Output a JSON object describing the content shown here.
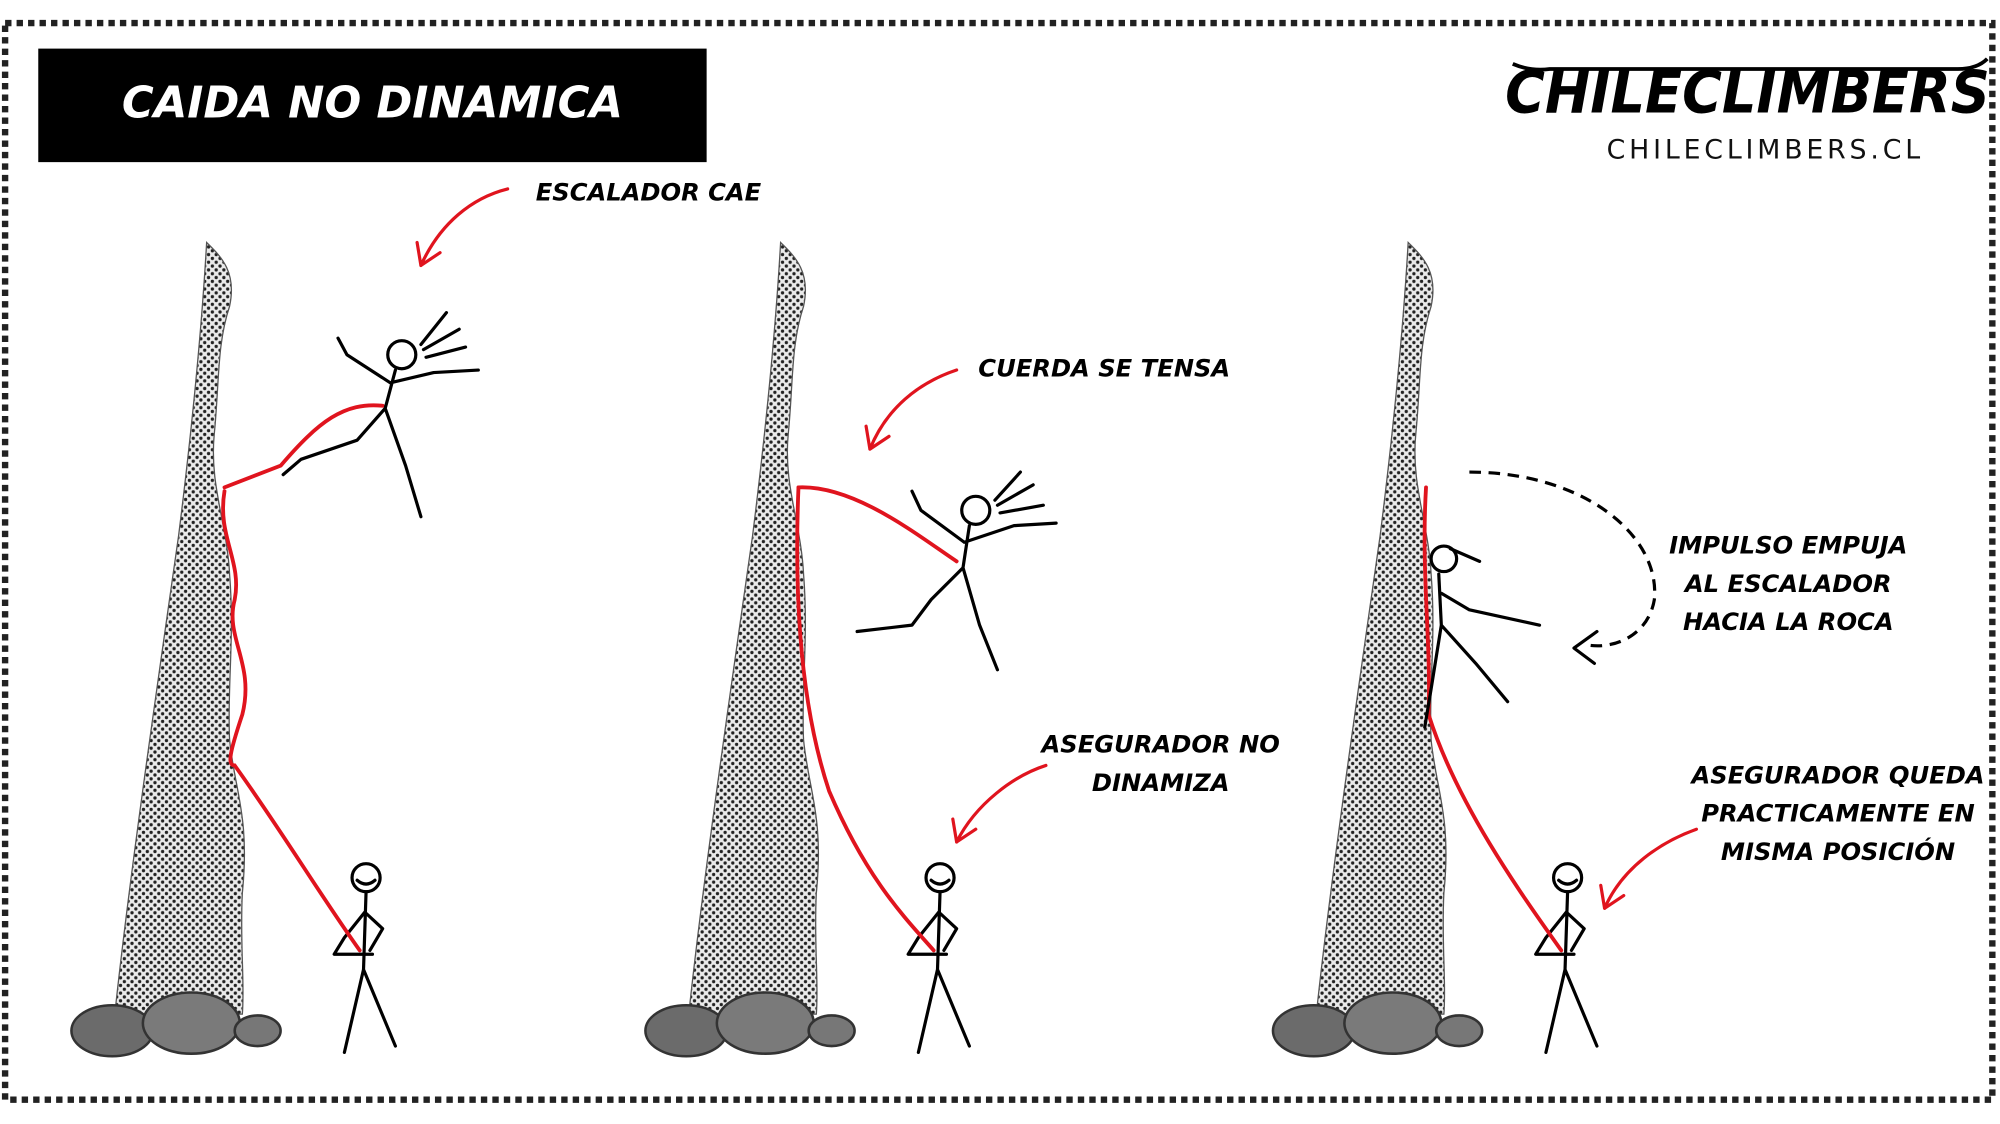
{
  "title": "CAIDA NO DINAMICA",
  "logo": {
    "wordmark": "CHILECLIMBERS",
    "url_text": "CHILECLIMBERS.CL"
  },
  "colors": {
    "rope": "#e0141e",
    "rock_dots": "#222222",
    "boulder": "#6b6b6b"
  },
  "panels": [
    {
      "labels": [
        {
          "lines": [
            "ESCALADOR CAE"
          ]
        }
      ]
    },
    {
      "labels": [
        {
          "lines": [
            "CUERDA SE TENSA"
          ]
        },
        {
          "lines": [
            "ASEGURADOR NO",
            "DINAMIZA"
          ]
        }
      ]
    },
    {
      "labels": [
        {
          "lines": [
            "IMPULSO EMPUJA",
            "AL ESCALADOR",
            "HACIA LA ROCA"
          ]
        },
        {
          "lines": [
            "ASEGURADOR QUEDA",
            "PRACTICAMENTE EN",
            "MISMA POSICIÓN"
          ]
        }
      ]
    }
  ]
}
